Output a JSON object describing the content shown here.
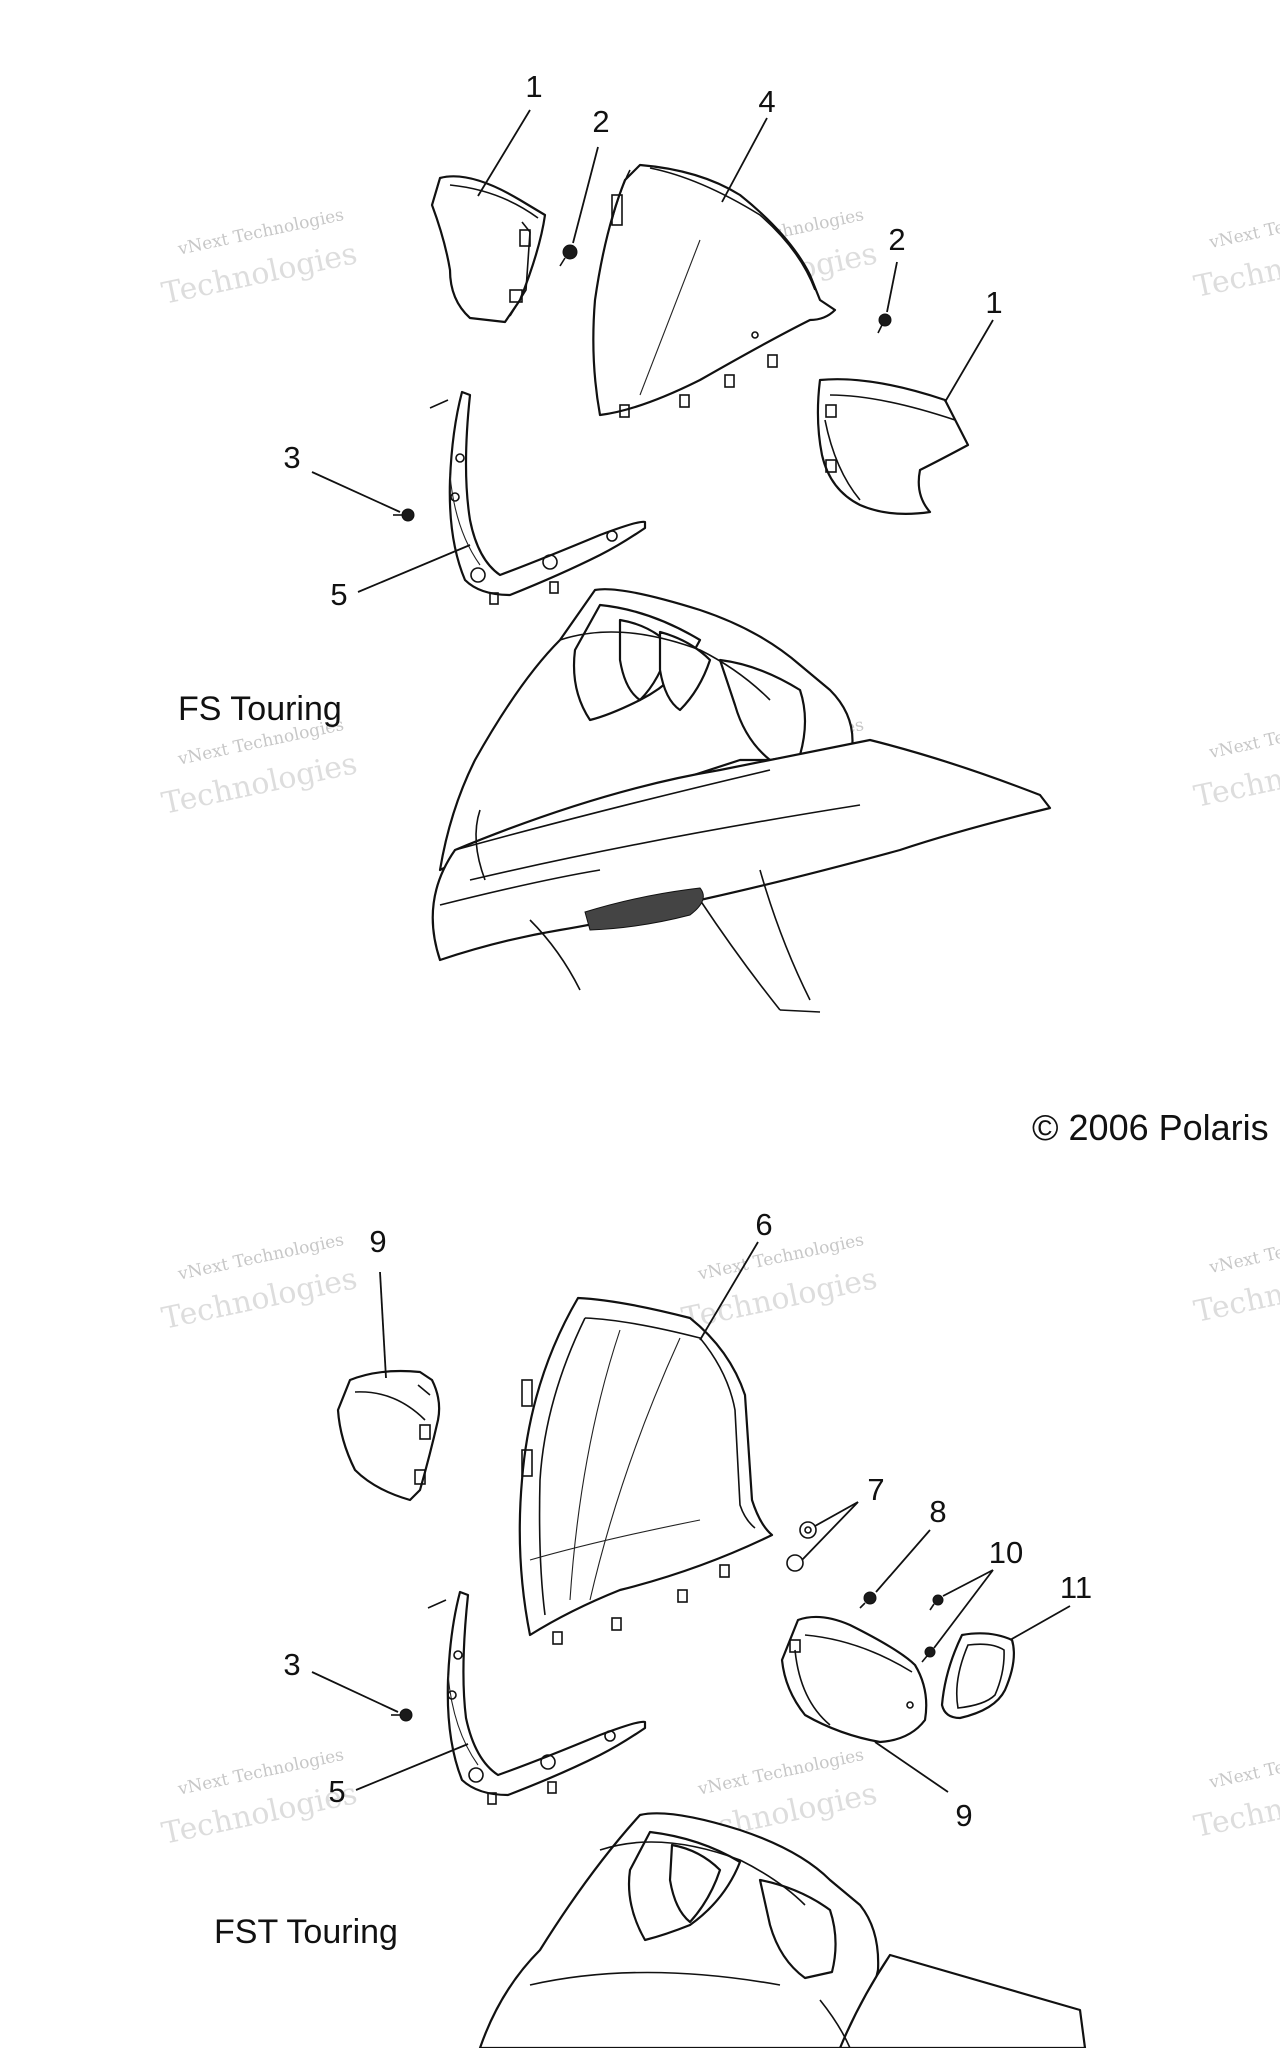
{
  "sections": [
    {
      "label": "FS Touring",
      "callouts": [
        "1",
        "2",
        "4",
        "2",
        "1",
        "3",
        "5"
      ]
    },
    {
      "label": "FST Touring",
      "callouts": [
        "9",
        "6",
        "7",
        "8",
        "10",
        "11",
        "3",
        "5",
        "9"
      ]
    }
  ],
  "copyright": "© 2006 Polaris",
  "watermark": {
    "line1": "vNext Technologies",
    "line2": "Technologies"
  }
}
